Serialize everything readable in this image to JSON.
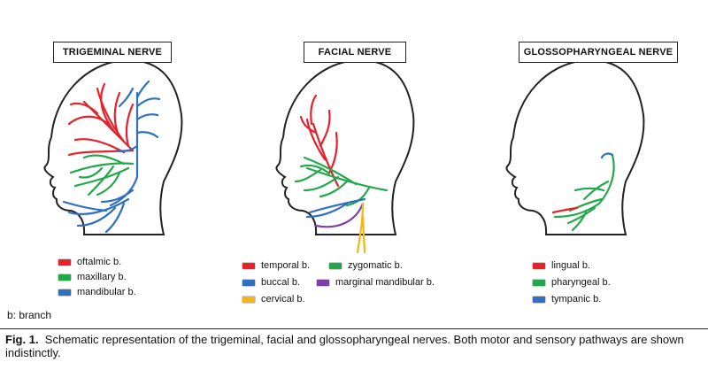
{
  "panels": {
    "trigeminal": {
      "title": "TRIGEMINAL NERVE"
    },
    "facial": {
      "title": "FACIAL NERVE"
    },
    "glossopharyngeal": {
      "title": "GLOSSOPHARYNGEAL NERVE"
    }
  },
  "colors": {
    "red": "#e8202a",
    "green": "#22a84a",
    "blue": "#2f6fc0",
    "yellow": "#f4b41a",
    "purple": "#7b3fa5",
    "outline": "#222222"
  },
  "legends": {
    "trigeminal": [
      {
        "label": "oftalmic b.",
        "color": "#e8202a"
      },
      {
        "label": "maxillary b.",
        "color": "#22a84a"
      },
      {
        "label": "mandibular b.",
        "color": "#2f6fc0"
      }
    ],
    "facial": [
      {
        "label": "temporal b.",
        "color": "#e8202a"
      },
      {
        "label": "zygomatic b.",
        "color": "#22a84a"
      },
      {
        "label": "buccal b.",
        "color": "#2f6fc0"
      },
      {
        "label": "marginal mandibular b.",
        "color": "#7b3fa5"
      },
      {
        "label": "cervical b.",
        "color": "#f4b41a"
      }
    ],
    "glossopharyngeal": [
      {
        "label": "lingual b.",
        "color": "#e8202a"
      },
      {
        "label": "pharyngeal b.",
        "color": "#22a84a"
      },
      {
        "label": "tympanic b.",
        "color": "#2f6fc0"
      }
    ]
  },
  "note": "b: branch",
  "caption": {
    "label": "Fig. 1.",
    "text": "Schematic representation of the trigeminal, facial and glossopharyngeal nerves. Both motor and sensory pathways are shown indistinctly."
  }
}
